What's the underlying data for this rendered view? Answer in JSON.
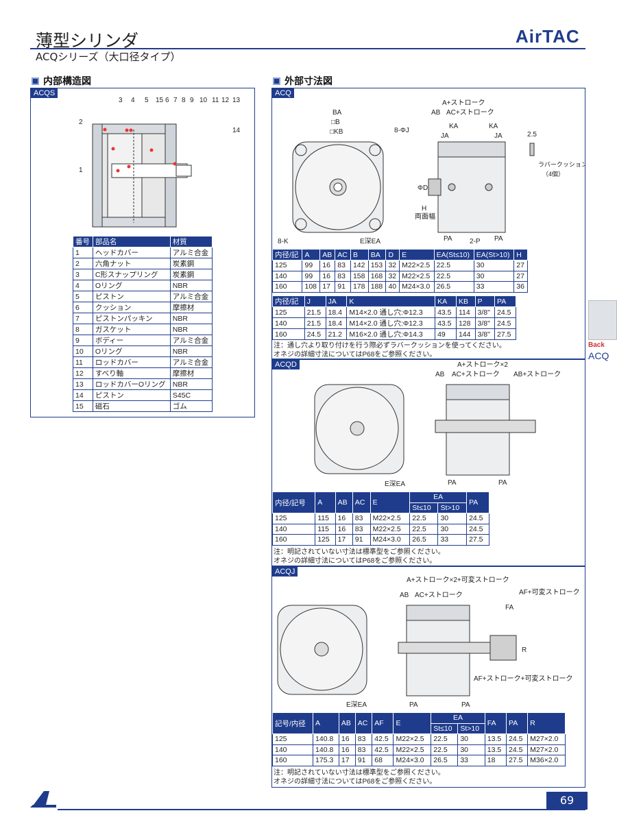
{
  "header": {
    "title": "薄型シリンダ",
    "subtitle": "ACQシリーズ（大口径タイプ）",
    "brand": "AirTAC"
  },
  "left": {
    "heading": "内部構造図",
    "tag": "ACQS",
    "balloons": [
      "1",
      "2",
      "3",
      "4",
      "5",
      "15",
      "6",
      "7",
      "8",
      "9",
      "10",
      "11",
      "12",
      "13",
      "14"
    ],
    "parts_headers": [
      "番号",
      "部品名",
      "材質"
    ],
    "parts": [
      [
        "1",
        "ヘッドカバー",
        "アルミ合金"
      ],
      [
        "2",
        "六角ナット",
        "炭素鋼"
      ],
      [
        "3",
        "C形スナップリング",
        "炭素鋼"
      ],
      [
        "4",
        "Oリング",
        "NBR"
      ],
      [
        "5",
        "ピストン",
        "アルミ合金"
      ],
      [
        "6",
        "クッション",
        "摩擦材"
      ],
      [
        "7",
        "ピストンパッキン",
        "NBR"
      ],
      [
        "8",
        "ガスケット",
        "NBR"
      ],
      [
        "9",
        "ボディー",
        "アルミ合金"
      ],
      [
        "10",
        "Oリング",
        "NBR"
      ],
      [
        "11",
        "ロッドカバー",
        "アルミ合金"
      ],
      [
        "12",
        "すべり軸",
        "摩擦材"
      ],
      [
        "13",
        "ロッドカバーOリング",
        "NBR"
      ],
      [
        "14",
        "ピストン",
        "S45C"
      ],
      [
        "15",
        "磁石",
        "ゴム"
      ]
    ]
  },
  "right": {
    "heading": "外部寸法図",
    "acq": {
      "tag": "ACQ",
      "labels": {
        "ba": "BA",
        "b": "□B",
        "kb": "□KB",
        "j8": "8-ΦJ",
        "k8": "8-K",
        "eea": "E深EA",
        "a_st": "A+ストローク",
        "ab": "AB",
        "ac_st": "AC+ストローク",
        "ka": "KA",
        "ja": "JA",
        "d": "ΦD",
        "h": "H",
        "nimen": "両面幅",
        "p2": "2-P",
        "pa": "PA",
        "dim25": "2.5",
        "rubber": "ラバークッション",
        "rubber2": "（4個）"
      },
      "table1_headers": [
        "内径/記",
        "A",
        "AB",
        "AC",
        "B",
        "BA",
        "D",
        "E",
        "EA(St≤10)",
        "EA(St>10)",
        "H"
      ],
      "table1": [
        [
          "125",
          "99",
          "16",
          "83",
          "142",
          "153",
          "32",
          "M22×2.5",
          "22.5",
          "30",
          "27"
        ],
        [
          "140",
          "99",
          "16",
          "83",
          "158",
          "168",
          "32",
          "M22×2.5",
          "22.5",
          "30",
          "27"
        ],
        [
          "160",
          "108",
          "17",
          "91",
          "178",
          "188",
          "40",
          "M24×3.0",
          "26.5",
          "33",
          "36"
        ]
      ],
      "table2_headers": [
        "内径/記",
        "J",
        "JA",
        "K",
        "KA",
        "KB",
        "P",
        "PA"
      ],
      "table2": [
        [
          "125",
          "21.5",
          "18.4",
          "M14×2.0 通し穴:Φ12.3",
          "43.5",
          "114",
          "3/8\"",
          "24.5"
        ],
        [
          "140",
          "21.5",
          "18.4",
          "M14×2.0 通し穴:Φ12.3",
          "43.5",
          "128",
          "3/8\"",
          "24.5"
        ],
        [
          "160",
          "24.5",
          "21.2",
          "M16×2.0 通し穴:Φ14.3",
          "49",
          "144",
          "3/8\"",
          "27.5"
        ]
      ],
      "notes": [
        "注：通し穴より取り付けを行う際必ずラバークッションを使ってください。",
        "オネジの詳細寸法についてはP68をご参照ください。"
      ]
    },
    "acqd": {
      "tag": "ACQD",
      "labels": {
        "a_st2": "A+ストローク×2",
        "ab": "AB",
        "ac_st": "AC+ストローク",
        "ab_st": "AB+ストローク",
        "pa": "PA",
        "eea": "E深EA"
      },
      "headers": [
        "内径/記号",
        "A",
        "AB",
        "AC",
        "E",
        "EA",
        "PA"
      ],
      "sub_headers": [
        "St≤10",
        "St>10"
      ],
      "rows": [
        [
          "125",
          "115",
          "16",
          "83",
          "M22×2.5",
          "22.5",
          "30",
          "24.5"
        ],
        [
          "140",
          "115",
          "16",
          "83",
          "M22×2.5",
          "22.5",
          "30",
          "24.5"
        ],
        [
          "160",
          "125",
          "17",
          "91",
          "M24×3.0",
          "26.5",
          "33",
          "27.5"
        ]
      ],
      "notes": [
        "注：明記されていない寸法は標準型をご参照ください。",
        "オネジの詳細寸法についてはP68をご参照ください。"
      ]
    },
    "acqj": {
      "tag": "ACQJ",
      "labels": {
        "a_st": "A+ストローク×2+可変ストローク",
        "ab": "AB",
        "ac_st": "AC+ストローク",
        "af_st": "AF+可変ストローク",
        "fa": "FA",
        "r": "R",
        "af_st2": "AF+ストローク+可変ストローク",
        "pa": "PA",
        "eea": "E深EA"
      },
      "headers": [
        "記号/内径",
        "A",
        "AB",
        "AC",
        "AF",
        "E",
        "EA",
        "FA",
        "PA",
        "R"
      ],
      "sub_headers": [
        "St≤10",
        "St>10"
      ],
      "rows": [
        [
          "125",
          "140.8",
          "16",
          "83",
          "42.5",
          "M22×2.5",
          "22.5",
          "30",
          "13.5",
          "24.5",
          "M27×2.0"
        ],
        [
          "140",
          "140.8",
          "16",
          "83",
          "42.5",
          "M22×2.5",
          "22.5",
          "30",
          "13.5",
          "24.5",
          "M27×2.0"
        ],
        [
          "160",
          "175.3",
          "17",
          "91",
          "68",
          "M24×3.0",
          "26.5",
          "33",
          "18",
          "27.5",
          "M36×2.0"
        ]
      ],
      "notes": [
        "注：明記されていない寸法は標準型をご参照ください。",
        "オネジの詳細寸法についてはP68をご参照ください。"
      ]
    }
  },
  "side": {
    "back": "Back",
    "series": "ACQ"
  },
  "footer": {
    "page": "69"
  }
}
